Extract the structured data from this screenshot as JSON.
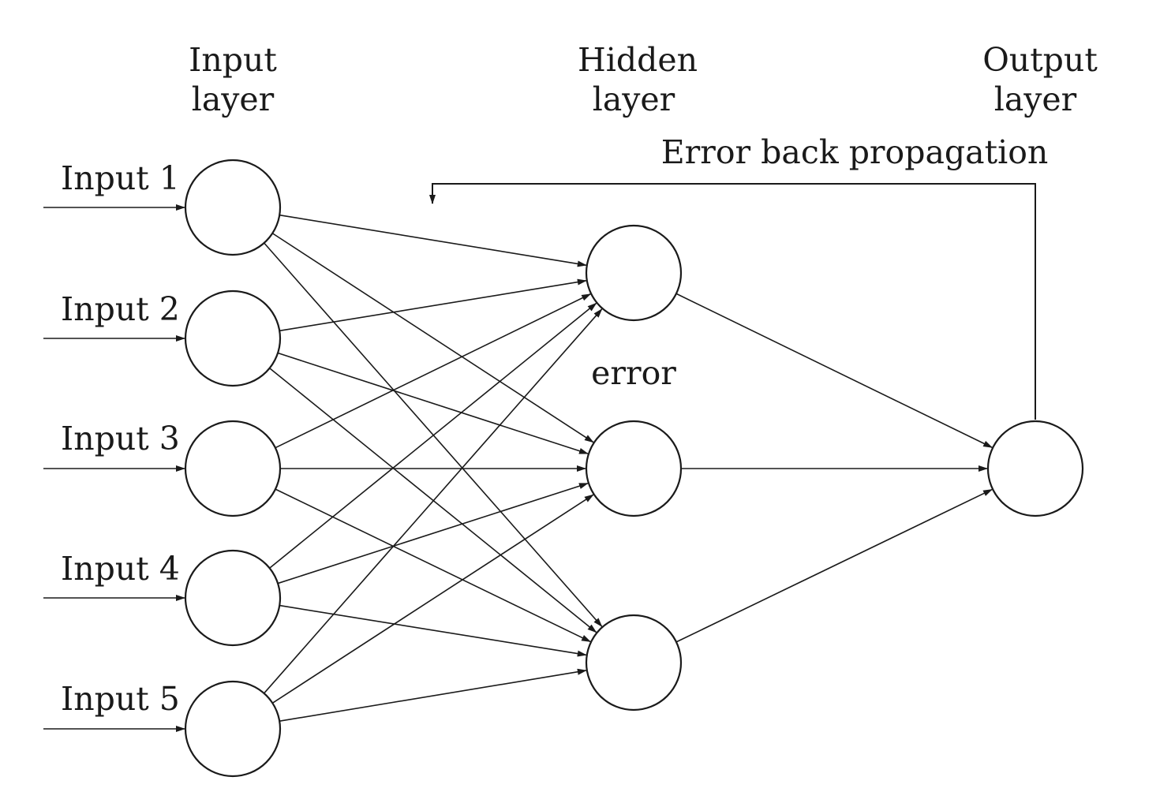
{
  "layers": {
    "input": {
      "title_line1": "Input",
      "title_line2": "layer"
    },
    "hidden": {
      "title_line1": "Hidden",
      "title_line2": "layer"
    },
    "output": {
      "title_line1": "Output",
      "title_line2": "layer"
    }
  },
  "inputs": [
    "Input 1",
    "Input 2",
    "Input 3",
    "Input 4",
    "Input 5"
  ],
  "hidden_annotation": "error",
  "feedback_label": "Error back propagation",
  "nodes": {
    "input_count": 5,
    "hidden_count": 3,
    "output_count": 1
  },
  "connections": "fully connected input→hidden, hidden→output"
}
